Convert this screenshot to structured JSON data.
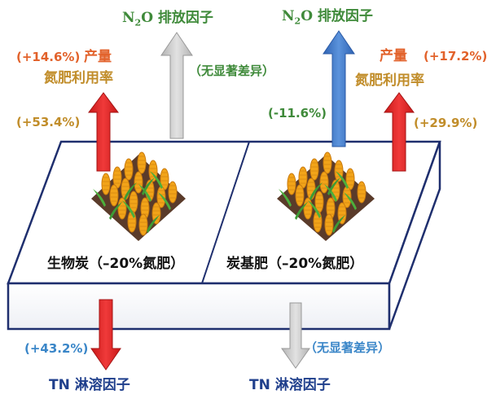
{
  "left_panel": {
    "title": "生物炭（–20%氮肥）",
    "yield_change": "(+14.6%)",
    "yield_label": "产量",
    "nue_label": "氮肥利用率",
    "nue_change": "(+53.4%)",
    "n2o_label_prefix": "N",
    "n2o_label_sub": "2",
    "n2o_label_suffix": "O 排放因子",
    "n2o_change": "（无显著差异）",
    "tn_label": "TN  淋溶因子",
    "tn_change": "(+43.2%)"
  },
  "right_panel": {
    "title": "炭基肥（–20%氮肥）",
    "yield_label": "产量",
    "yield_change": "(+17.2%)",
    "nue_label": "氮肥利用率",
    "nue_change": "(+29.9%)",
    "n2o_label_prefix": "N",
    "n2o_label_sub": "2",
    "n2o_label_suffix": "O 排放因子",
    "n2o_change": "(-11.6%)",
    "tn_label": "TN  淋溶因子",
    "tn_change": "（无显著差异）"
  },
  "colors": {
    "increase": "#e02525",
    "decrease": "#3d77c9",
    "no_difference": "#c9c9c9",
    "block_border": "#1f2f6e",
    "crop_leaf": "#3d9b35",
    "crop_cob": "#f2a419",
    "soil": "#5a3b2a"
  }
}
